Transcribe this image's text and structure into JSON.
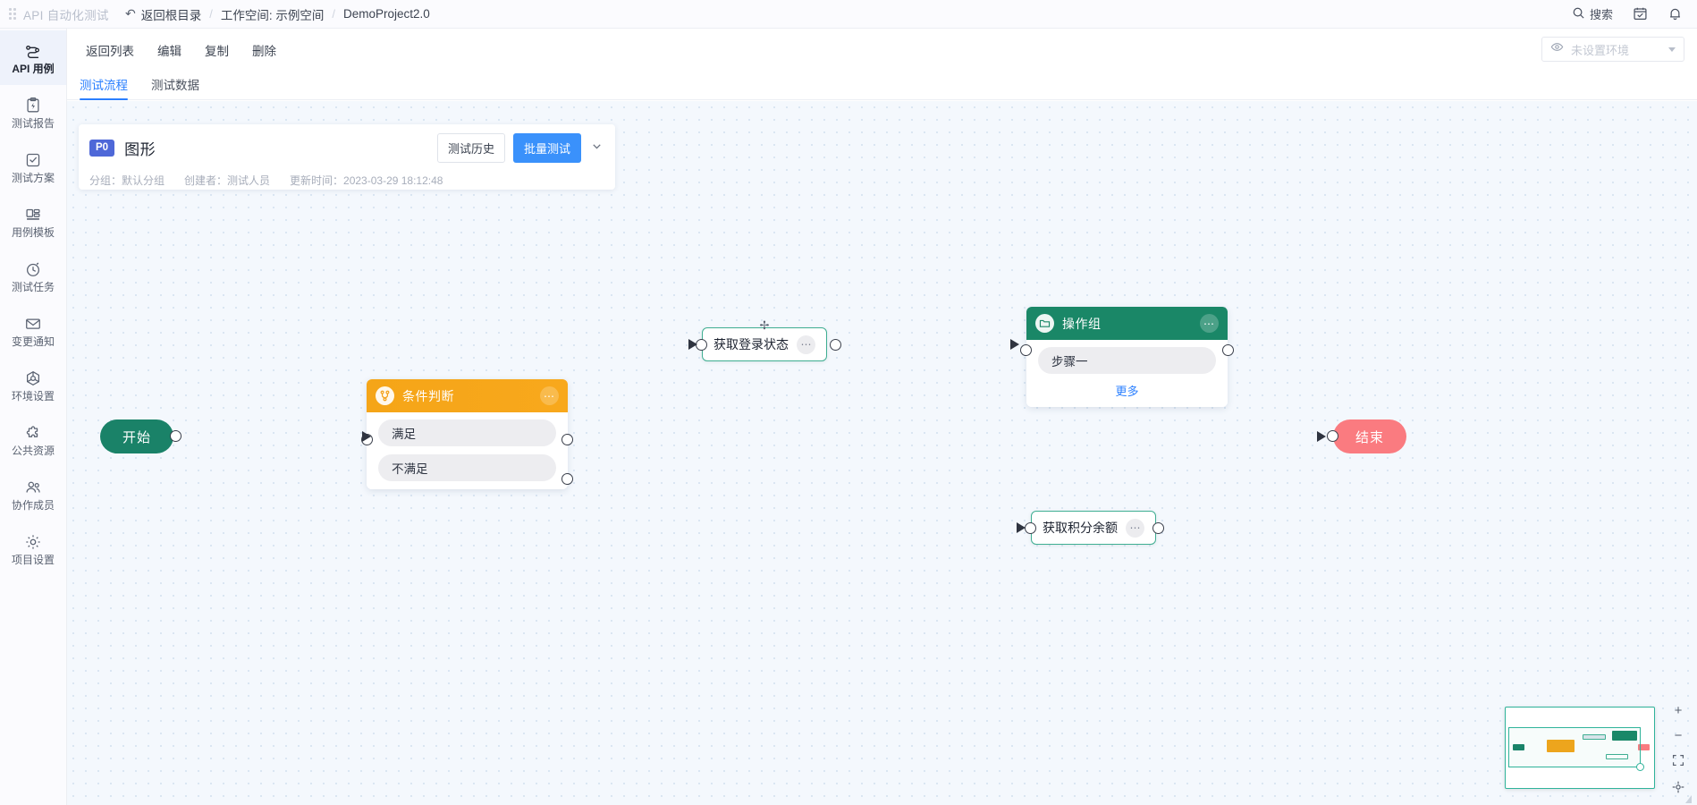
{
  "header": {
    "app_title": "API 自动化测试",
    "back_label": "返回根目录",
    "undo_icon": "undo-icon",
    "grip_icon": "grip-icon",
    "separator": "/",
    "workspace_crumb": "工作空间: 示例空间",
    "project_crumb": "DemoProject2.0",
    "search_label": "搜索",
    "search_icon": "search-icon",
    "calendar_icon": "calendar-check-icon",
    "bell_icon": "bell-icon"
  },
  "sidebar": {
    "items": [
      {
        "label": "API 用例",
        "icon": "api-flow-icon",
        "active": true
      },
      {
        "label": "测试报告",
        "icon": "clipboard-report-icon",
        "active": false
      },
      {
        "label": "测试方案",
        "icon": "checkbox-plan-icon",
        "active": false
      },
      {
        "label": "用例模板",
        "icon": "template-grid-icon",
        "active": false
      },
      {
        "label": "测试任务",
        "icon": "stopwatch-icon",
        "active": false
      },
      {
        "label": "变更通知",
        "icon": "envelope-icon",
        "active": false
      },
      {
        "label": "环境设置",
        "icon": "cube-settings-icon",
        "active": false
      },
      {
        "label": "公共资源",
        "icon": "puzzle-icon",
        "active": false
      },
      {
        "label": "协作成员",
        "icon": "users-icon",
        "active": false
      },
      {
        "label": "项目设置",
        "icon": "gear-icon",
        "active": false
      }
    ]
  },
  "actionbar": {
    "buttons": [
      "返回列表",
      "编辑",
      "复制",
      "删除"
    ],
    "environment": {
      "placeholder": "未设置环境",
      "eye_icon": "eye-icon",
      "chevron_icon": "chevron-down-icon"
    }
  },
  "tabs": [
    {
      "label": "测试流程",
      "active": true
    },
    {
      "label": "测试数据",
      "active": false
    }
  ],
  "case_card": {
    "priority": "P0",
    "title": "图形",
    "history_button": "测试历史",
    "batch_button": "批量测试",
    "batch_caret_icon": "chevron-down-icon",
    "meta": [
      "分组：默认分组",
      "创建者：测试人员",
      "更新时间：2023-03-29 18:12:48"
    ]
  },
  "flow": {
    "nodes": {
      "start": {
        "label": "开始",
        "color": "#1a8268"
      },
      "end": {
        "label": "结束",
        "color": "#fa7b80"
      },
      "condition": {
        "title": "条件判断",
        "icon": "branch-icon",
        "menu_icon": "ellipsis-icon",
        "branches": [
          "满足",
          "不满足"
        ],
        "header_color": "#f5a518"
      },
      "login_status": {
        "label": "获取登录状态",
        "menu_icon": "ellipsis-icon",
        "move_icon": "move-handle-icon",
        "selected": true
      },
      "operation_group": {
        "title": "操作组",
        "icon": "folder-icon",
        "menu_icon": "ellipsis-icon",
        "steps": [
          "步骤一"
        ],
        "more_label": "更多",
        "header_color": "#1a8767"
      },
      "points_balance": {
        "label": "获取积分余额",
        "menu_icon": "ellipsis-icon"
      }
    }
  },
  "canvas_controls": {
    "zoom_in": "+",
    "zoom_out": "−",
    "fit_icon": "fit-screen-icon",
    "center_icon": "center-focus-icon",
    "minimap_label": "minimap",
    "resize_handle": "resize-handle"
  }
}
